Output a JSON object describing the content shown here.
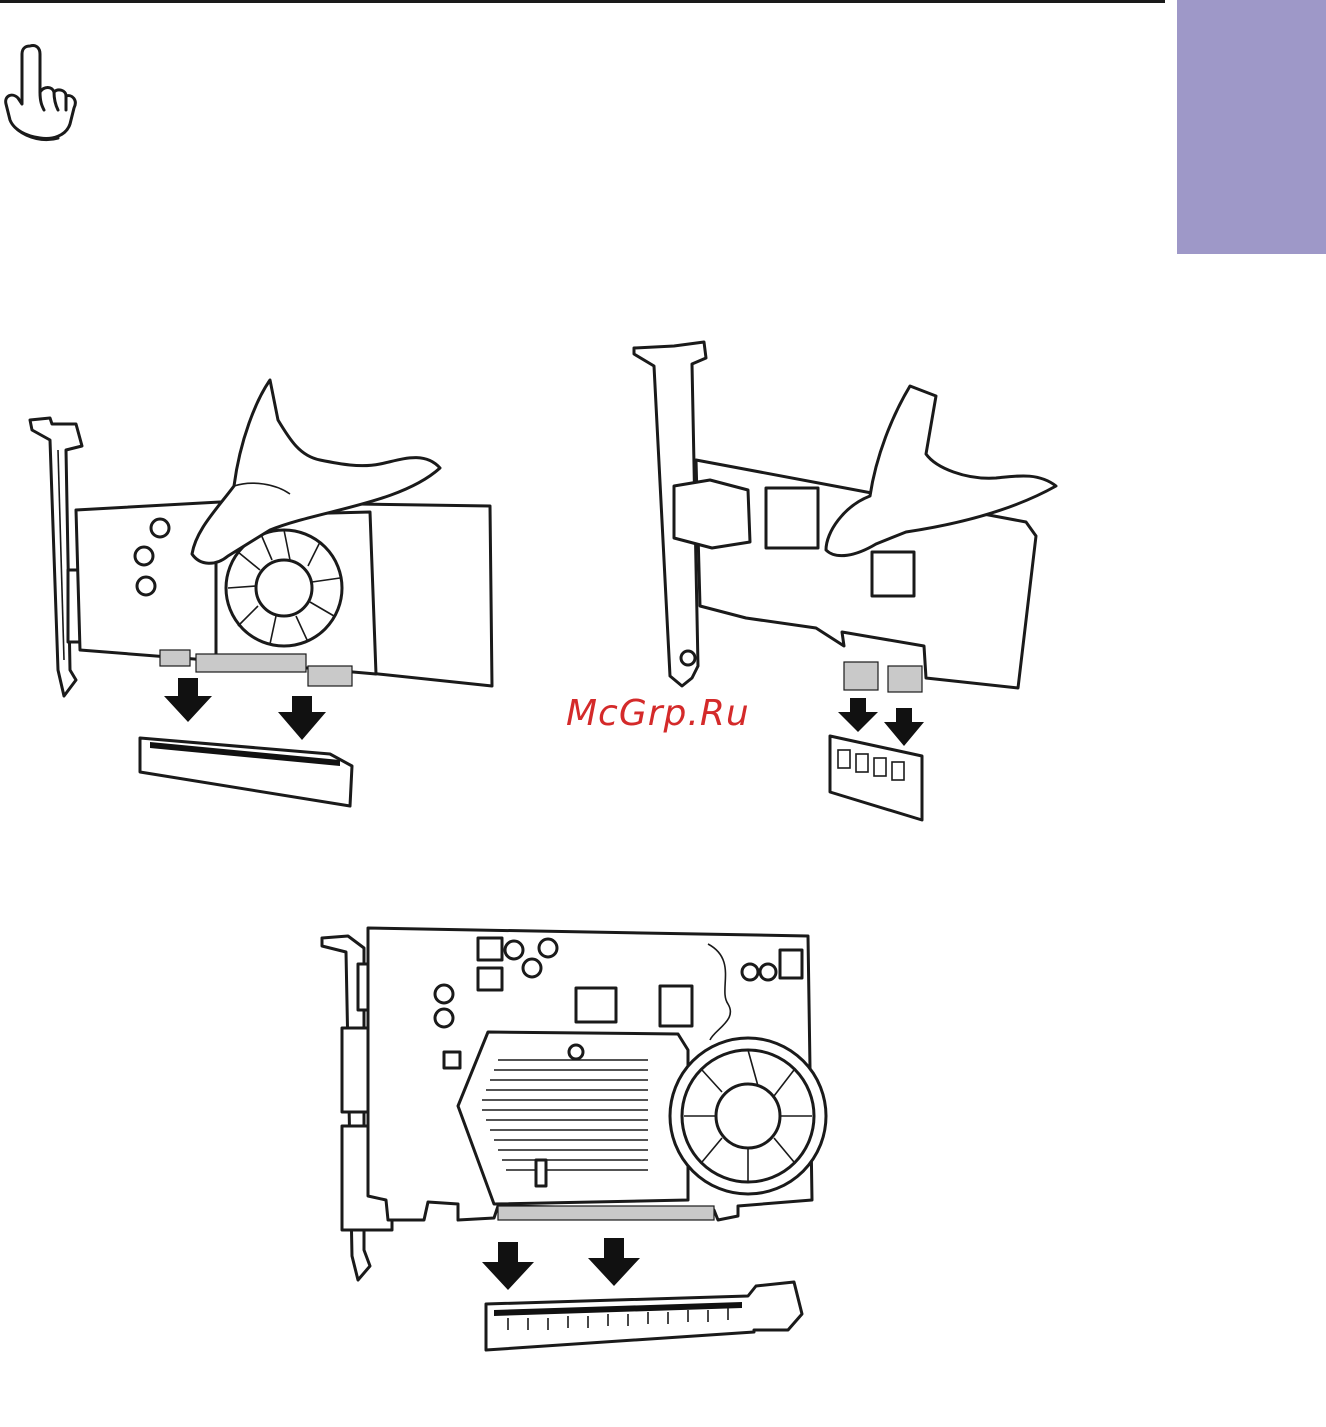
{
  "page": {
    "side_tab_color": "#9e98c8",
    "rule_color": "#1a1a1a"
  },
  "note_icon": "pointing-hand-icon",
  "watermark": {
    "text": "McGrp.Ru",
    "color": "#d42a2a"
  },
  "figures": [
    {
      "name": "pci-card-insertion",
      "icon": "pci-card-illustration"
    },
    {
      "name": "pcie-x1-card-insertion",
      "icon": "pcie-x1-card-illustration"
    },
    {
      "name": "pcie-x16-card-insertion",
      "icon": "pcie-x16-card-illustration"
    }
  ]
}
